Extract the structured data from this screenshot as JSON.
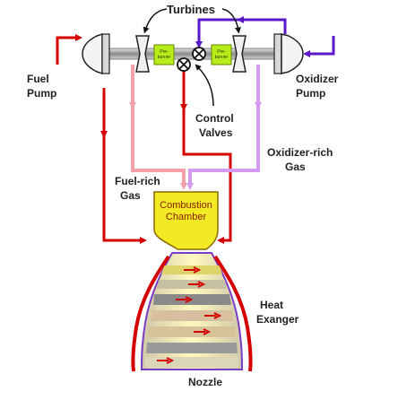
{
  "labels": {
    "turbines": "Turbines",
    "fuel_pump_1": "Fuel",
    "fuel_pump_2": "Pump",
    "oxidizer_pump_1": "Oxidizer",
    "oxidizer_pump_2": "Pump",
    "control_valves_1": "Control",
    "control_valves_2": "Valves",
    "oxidizer_rich_gas_1": "Oxidizer-rich",
    "oxidizer_rich_gas_2": "Gas",
    "fuel_rich_gas_1": "Fuel-rich",
    "fuel_rich_gas_2": "Gas",
    "combustion_chamber_1": "Combustion",
    "combustion_chamber_2": "Chamber",
    "heat_exchanger_1": "Heat",
    "heat_exchanger_2": "Exanger",
    "nozzle": "Nozzle",
    "preburner_left_1": "Pre-",
    "preburner_left_2": "burner",
    "preburner_right_1": "Pre-",
    "preburner_right_2": "burner"
  },
  "colors": {
    "fuel": "#d40000",
    "fuel_rich_gas": "#f4a0a8",
    "oxidizer": "#5a18c8",
    "oxidizer_rich_gas": "#d49af0",
    "chamber": "#f2ea22",
    "preburner": "#b6ec1a"
  }
}
